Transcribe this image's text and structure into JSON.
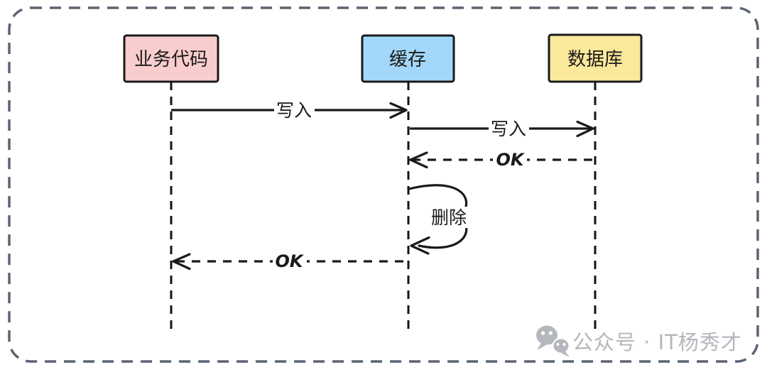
{
  "diagram": {
    "type": "sequence-diagram",
    "participants": [
      {
        "label": "业务代码",
        "fill": "#f9cdcd"
      },
      {
        "label": "缓存",
        "fill": "#a3d7f9"
      },
      {
        "label": "数据库",
        "fill": "#fbe99b"
      }
    ],
    "messages": [
      {
        "label": "写入",
        "from": "业务代码",
        "to": "缓存",
        "line": "solid"
      },
      {
        "label": "写入",
        "from": "缓存",
        "to": "数据库",
        "line": "solid"
      },
      {
        "label": "OK",
        "from": "数据库",
        "to": "缓存",
        "line": "dashed"
      },
      {
        "label": "删除",
        "from": "缓存",
        "to": "缓存",
        "line": "self-loop"
      },
      {
        "label": "OK",
        "from": "缓存",
        "to": "业务代码",
        "line": "dashed"
      }
    ],
    "stroke_color": "#1a1a1a",
    "frame_border_color": "#5a6472"
  },
  "watermark": {
    "icon": "wechat-icon",
    "text": "公众号 · IT杨秀才",
    "color": "#b4b7bc"
  }
}
